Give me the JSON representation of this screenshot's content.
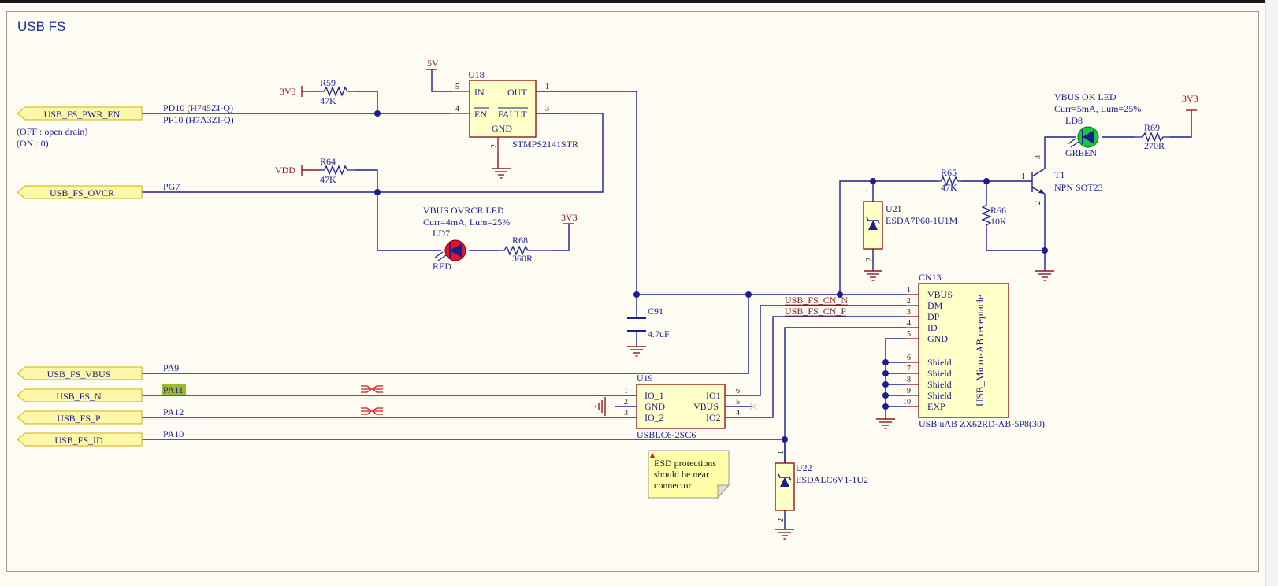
{
  "sheet": {
    "title": "USB FS"
  },
  "colors": {
    "wire": "#1a1f8c",
    "component": "#8b1a1a",
    "text": "#1a1f8c",
    "body": "#ffffc8",
    "port": "#fff7a8"
  },
  "ports": {
    "pwr_en": "USB_FS_PWR_EN",
    "ovcr": "USB_FS_OVCR",
    "vbus": "USB_FS_VBUS",
    "n": "USB_FS_N",
    "p": "USB_FS_P",
    "id": "USB_FS_ID"
  },
  "net_labels": {
    "pd10": "PD10 (H745ZI-Q)",
    "pf10": "PF10 (H7A3ZI-Q)",
    "off": "(OFF : open drain)",
    "on": "(ON : 0)",
    "pg7": "PG7",
    "pa9": "PA9",
    "pa11": "PA11",
    "pa12": "PA12",
    "pa10": "PA10",
    "cn_n": "USB_FS_CN_N",
    "cn_p": "USB_FS_CN_P"
  },
  "power": {
    "v5": "5V",
    "v3v3": "3V3",
    "vdd": "VDD"
  },
  "resistors": {
    "r59": {
      "ref": "R59",
      "value": "47K"
    },
    "r64": {
      "ref": "R64",
      "value": "47K"
    },
    "r68": {
      "ref": "R68",
      "value": "360R"
    },
    "r65": {
      "ref": "R65",
      "value": "47K"
    },
    "r66": {
      "ref": "R66",
      "value": "10K"
    },
    "r69": {
      "ref": "R69",
      "value": "270R"
    }
  },
  "u18": {
    "ref": "U18",
    "part": "STMPS2141STR",
    "in": "IN",
    "out": "OUT",
    "en": "EN",
    "fault": "FAULT",
    "gnd": "GND",
    "p1": "1",
    "p2": "2",
    "p3": "3",
    "p4": "4",
    "p5": "5"
  },
  "ld7": {
    "title": "VBUS OVRCR LED",
    "spec": "Curr=4mA, Lum=25%",
    "ref": "LD7",
    "color": "RED"
  },
  "ld8": {
    "title": "VBUS OK LED",
    "spec": "Curr=5mA, Lum=25%",
    "ref": "LD8",
    "color": "GREEN"
  },
  "t1": {
    "ref": "T1",
    "part": "NPN SOT23",
    "p1": "1",
    "p2": "2",
    "p3": "3"
  },
  "u21": {
    "ref": "U21",
    "part": "ESDA7P60-1U1M",
    "p1": "1",
    "p2": "2"
  },
  "u22": {
    "ref": "U22",
    "part": "ESDALC6V1-1U2",
    "p1": "1",
    "p2": "2"
  },
  "c91": {
    "ref": "C91",
    "value": "4.7uF"
  },
  "u19": {
    "ref": "U19",
    "part": "USBLC6-2SC6",
    "io1l": "IO_1",
    "gnd": "GND",
    "io2l": "IO_2",
    "io1r": "IO1",
    "vbus": "VBUS",
    "io2r": "IO2",
    "p1": "1",
    "p2": "2",
    "p3": "3",
    "p4": "4",
    "p5": "5",
    "p6": "6"
  },
  "cn13": {
    "ref": "CN13",
    "type": "USB_Micro-AB receptacle",
    "part": "USB uAB ZX62RD-AB-5P8(30)",
    "pins": [
      {
        "num": "1",
        "name": "VBUS"
      },
      {
        "num": "2",
        "name": "DM"
      },
      {
        "num": "3",
        "name": "DP"
      },
      {
        "num": "4",
        "name": "ID"
      },
      {
        "num": "5",
        "name": "GND"
      },
      {
        "num": "6",
        "name": "Shield"
      },
      {
        "num": "7",
        "name": "Shield"
      },
      {
        "num": "8",
        "name": "Shield"
      },
      {
        "num": "9",
        "name": "Shield"
      },
      {
        "num": "10",
        "name": "EXP"
      }
    ]
  },
  "note": {
    "line1": "ESD protections",
    "line2": "should be near",
    "line3": "connector"
  }
}
